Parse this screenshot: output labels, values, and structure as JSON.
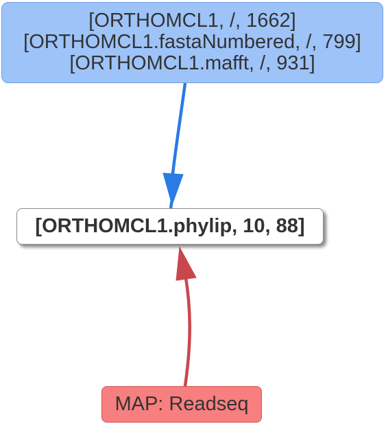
{
  "nodes": {
    "top": {
      "lines": [
        "[ORTHOMCL1, /, 1662]",
        "[ORTHOMCL1.fastaNumbered, /, 799]",
        "[ORTHOMCL1.mafft, /, 931]"
      ],
      "color": "#9dc3f9"
    },
    "middle": {
      "label": "[ORTHOMCL1.phylip, 10, 88]",
      "color": "#ffffff"
    },
    "bottom": {
      "label": "MAP: Readseq",
      "color": "#f77f7f"
    }
  },
  "edges": [
    {
      "from": "top",
      "to": "middle",
      "color": "#2a7be4"
    },
    {
      "from": "bottom",
      "to": "middle",
      "color": "#c9464c"
    }
  ]
}
